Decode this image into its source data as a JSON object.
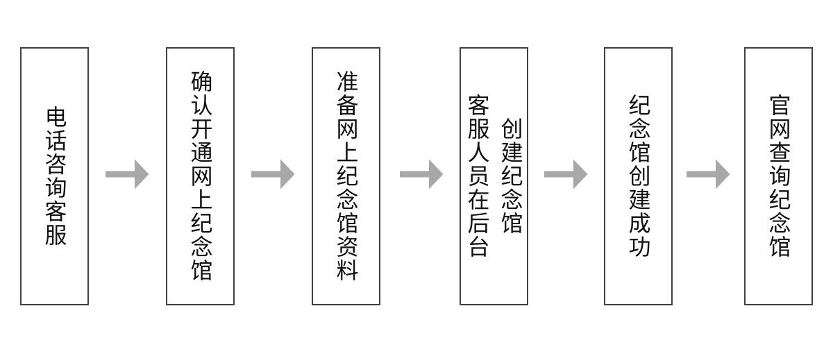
{
  "flowchart": {
    "type": "process-flow",
    "direction": "left-to-right",
    "connector": "right-arrow",
    "steps": [
      {
        "id": 1,
        "label": "电话咨询客服"
      },
      {
        "id": 2,
        "label": "确认开通网上纪念馆"
      },
      {
        "id": 3,
        "label": "准备网上纪念馆资料"
      },
      {
        "id": 4,
        "label": "客服人员在后台\n创建纪念馆"
      },
      {
        "id": 5,
        "label": "纪念馆创建成功"
      },
      {
        "id": 6,
        "label": "官网查询纪念馆"
      }
    ]
  },
  "colors": {
    "arrow": "#a8a8a8",
    "box_border": "#404040",
    "box_background": "#ffffff",
    "text": "#111111",
    "page_background": "#ffffff"
  }
}
